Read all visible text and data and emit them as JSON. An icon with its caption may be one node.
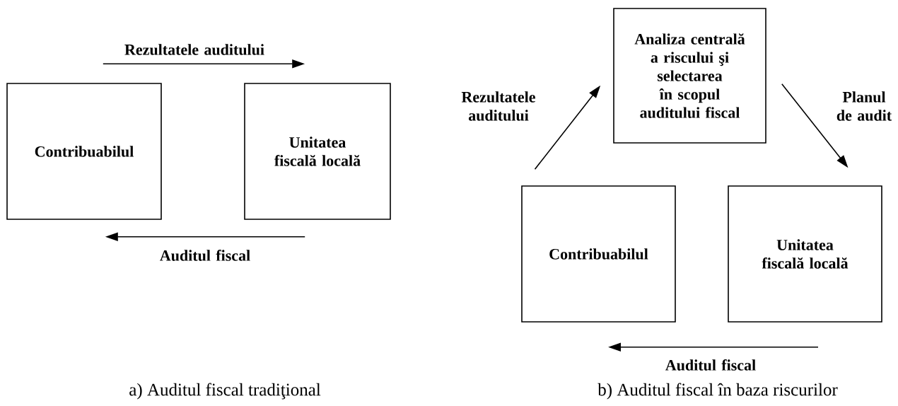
{
  "diagram": {
    "nodes": [
      {
        "text": [
          "Contribuabilul"
        ]
      },
      {
        "text": [
          "Unitatea fiscală locală"
        ]
      },
      {
        "text": [
          "Analiza centrală a riscului şi selectarea în scopul auditului fiscal"
        ]
      },
      {
        "text": [
          "Contribuabilul"
        ]
      },
      {
        "text": [
          "Unitatea fiscală locală"
        ]
      }
    ],
    "edges": [
      {
        "from": 0,
        "to": 1,
        "arrow": "to",
        "label": "Rezultatele auditului"
      },
      {
        "from": 1,
        "to": 0,
        "arrow": "to",
        "label": "Auditul fiscal"
      },
      {
        "from": 3,
        "to": 2,
        "arrow": "to",
        "label": "Rezultatele auditului"
      },
      {
        "from": 2,
        "to": 4,
        "arrow": "to",
        "label": "Planul de audit"
      },
      {
        "from": 4,
        "to": 3,
        "arrow": "to",
        "label": "Auditul fiscal"
      }
    ],
    "labels": [
      "a) Auditul fiscal tradiţional",
      "b) Auditul fiscal în baza riscurilor"
    ]
  }
}
